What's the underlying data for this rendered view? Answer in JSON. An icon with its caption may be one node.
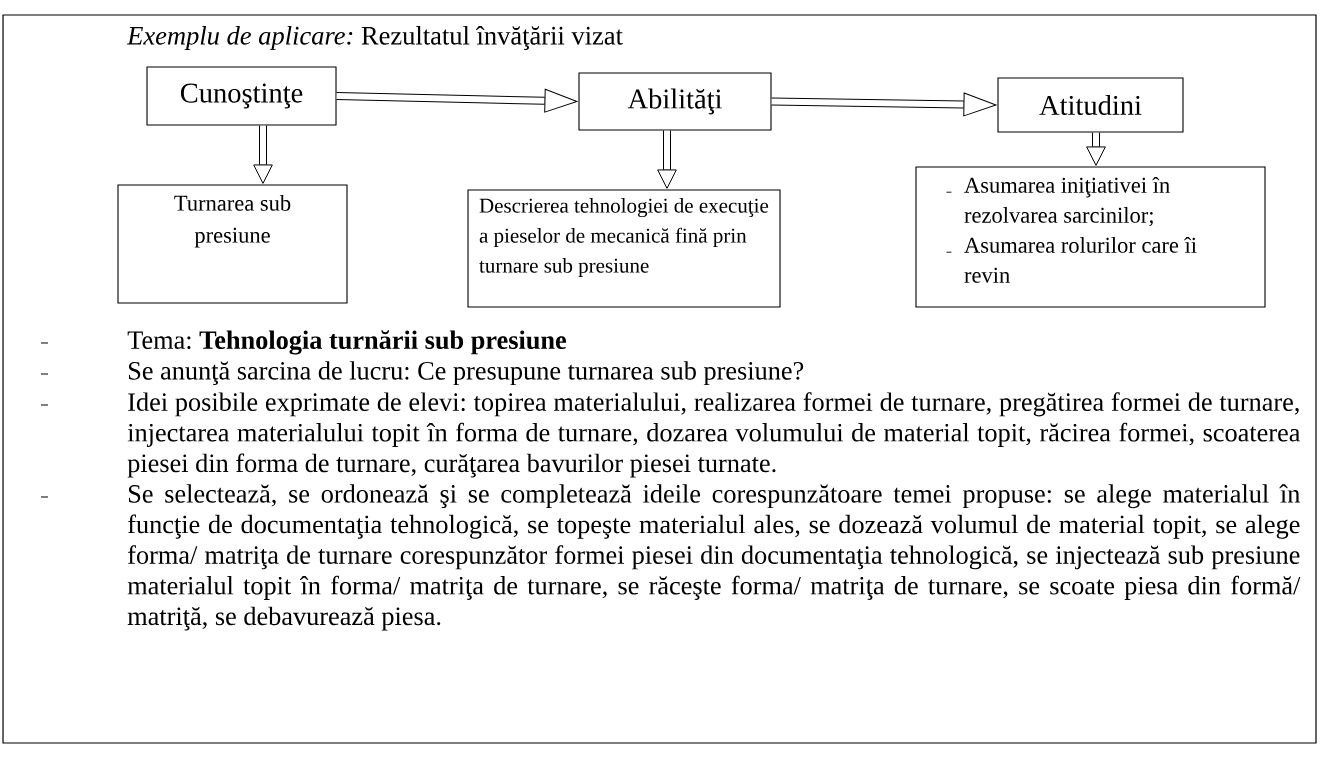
{
  "diagram": {
    "title": "*Exemplu de aplicare:* Rezultatul învăţării vizat",
    "nodes": [
      {
        "text": [
          "Cunoştinţe"
        ]
      },
      {
        "text": [
          "Abilităţi"
        ]
      },
      {
        "text": [
          "Atitudini"
        ]
      },
      {
        "text": [
          "Turnarea sub presiune"
        ]
      },
      {
        "text": [
          "Descrierea tehnologiei de execuţie a pieselor de mecanică fină prin turnare sub presiune"
        ]
      },
      {
        "text": [
          "Asumarea iniţiativei în rezolvarea sarcinilor;",
          "Asumarea rolurilor care îi revin"
        ]
      }
    ],
    "edges": [
      {
        "from": 0,
        "to": 1,
        "arrow": "to"
      },
      {
        "from": 1,
        "to": 2,
        "arrow": "to"
      },
      {
        "from": 0,
        "to": 3,
        "arrow": "to"
      },
      {
        "from": 1,
        "to": 4,
        "arrow": "to"
      },
      {
        "from": 2,
        "to": 5,
        "arrow": "to"
      }
    ],
    "labels": [
      "Tema: **Tehnologia turnării sub presiune**",
      "Se anunţă sarcina de lucru: Ce presupune turnarea sub presiune?",
      "Idei posibile exprimate de elevi: topirea materialului, realizarea formei de turnare, pregătirea formei de turnare, injectarea materialului topit în forma de turnare, dozarea volumului de material topit, răcirea formei, scoaterea piesei din forma de turnare, curăţarea bavurilor piesei turnate.",
      "Se selectează, se ordonează şi se completează ideile corespunzătoare temei propuse: se alege materialul în funcţie de documentaţia tehnologică, se topeşte materialul ales, se dozează volumul de material topit, se alege forma/ matriţa de turnare corespunzător formei piesei din documentaţia tehnologică, se injectează sub presiune materialul topit în forma/ matriţa de turnare, se răceşte forma/ matriţa de turnare, se scoate piesa din formă/ matriţă, se debavurează piesa."
    ]
  }
}
